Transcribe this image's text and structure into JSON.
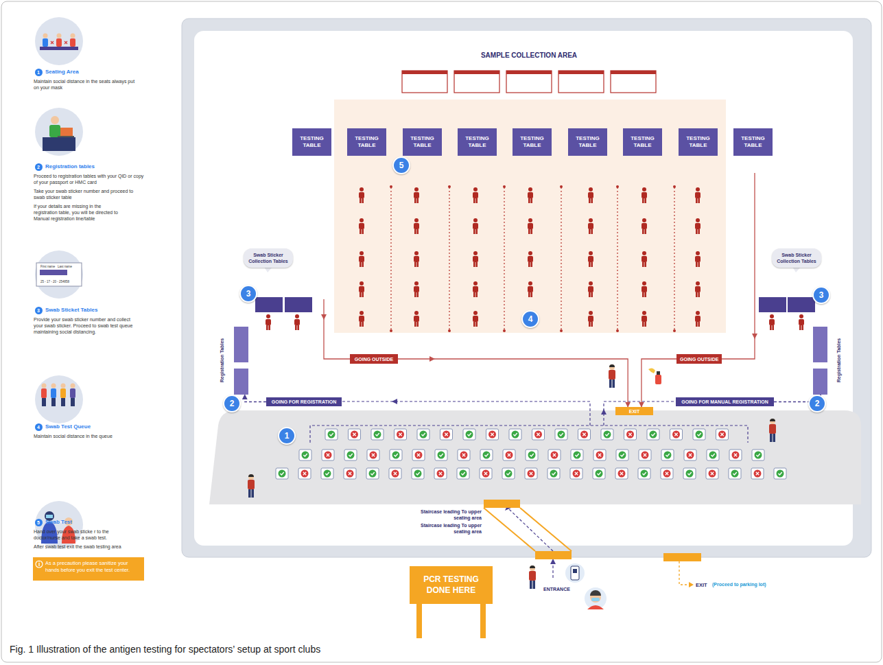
{
  "diagram": {
    "caption": "Fig. 1 Illustration of the antigen testing for spectators’ setup at sport clubs",
    "nodes": [
      {
        "text": [
          "TESTING TABLE"
        ]
      },
      {
        "text": [
          "TESTING TABLE"
        ]
      },
      {
        "text": [
          "TESTING TABLE"
        ]
      },
      {
        "text": [
          "TESTING TABLE"
        ]
      },
      {
        "text": [
          "TESTING TABLE"
        ]
      },
      {
        "text": [
          "TESTING TABLE"
        ]
      },
      {
        "text": [
          "TESTING TABLE"
        ]
      },
      {
        "text": [
          "TESTING TABLE"
        ]
      },
      {
        "text": [
          "TESTING TABLE"
        ]
      },
      {
        "text": [
          "Swab Sticker Collection Tables"
        ]
      },
      {
        "text": [
          "Swab Sticker Collection Tables"
        ]
      },
      {
        "text": [
          "Registration Tables"
        ]
      },
      {
        "text": [
          "Registration Tables"
        ]
      },
      {
        "text": [
          "GOING OUTSIDE"
        ]
      },
      {
        "text": [
          "GOING OUTSIDE"
        ]
      },
      {
        "text": [
          "GOING FOR REGISTRATION"
        ]
      },
      {
        "text": [
          "GOING FOR MANUAL REGISTRATION"
        ]
      },
      {
        "text": [
          "EXIT"
        ]
      },
      {
        "text": [
          "PCR TESTING DONE HERE"
        ]
      }
    ],
    "edges": [
      {
        "from": 13,
        "to": 17,
        "arrow": "to"
      },
      {
        "from": 14,
        "to": 17,
        "arrow": "to"
      },
      {
        "from": 15,
        "to": 11,
        "arrow": "to"
      },
      {
        "from": 16,
        "to": 12,
        "arrow": "to"
      }
    ],
    "labels": [
      "SAMPLE COLLECTION AREA",
      "1",
      "2",
      "2",
      "3",
      "3",
      "4",
      "5",
      "Staircase leading To upper seating area",
      "Staircase leading To upper seating area",
      "ENTRANCE",
      "EXIT",
      "(Proceed to parking lot)",
      "1",
      "Seating Area",
      "Maintain social distance in the seats always put on your mask",
      "2",
      "Registration tables",
      "Proceed to registration tables with your QID or copy of your passport or HMC card",
      "Take your swab sticker number and proceed to swab sticker table",
      "If your details are missing in the registration table, you will be directed to Manual registration line/table",
      "3",
      "Swab Sticket Tables",
      "Provide your swab sticker number and collect your swab sticker. Proceed to swab test queue maintaining social distancing.",
      "4",
      "Swab Test Queue",
      "Maintain social distance in the queue",
      "5",
      "Swab Test",
      "Hand over your swab sticke r to the doctor/nurse and take a swab test.",
      "After swab test exit the swab testing area",
      "As a precaution please sanitize your hands before you exit the test center.",
      "First name",
      "Last name",
      "25 - 17 - 20 - 254858"
    ]
  }
}
